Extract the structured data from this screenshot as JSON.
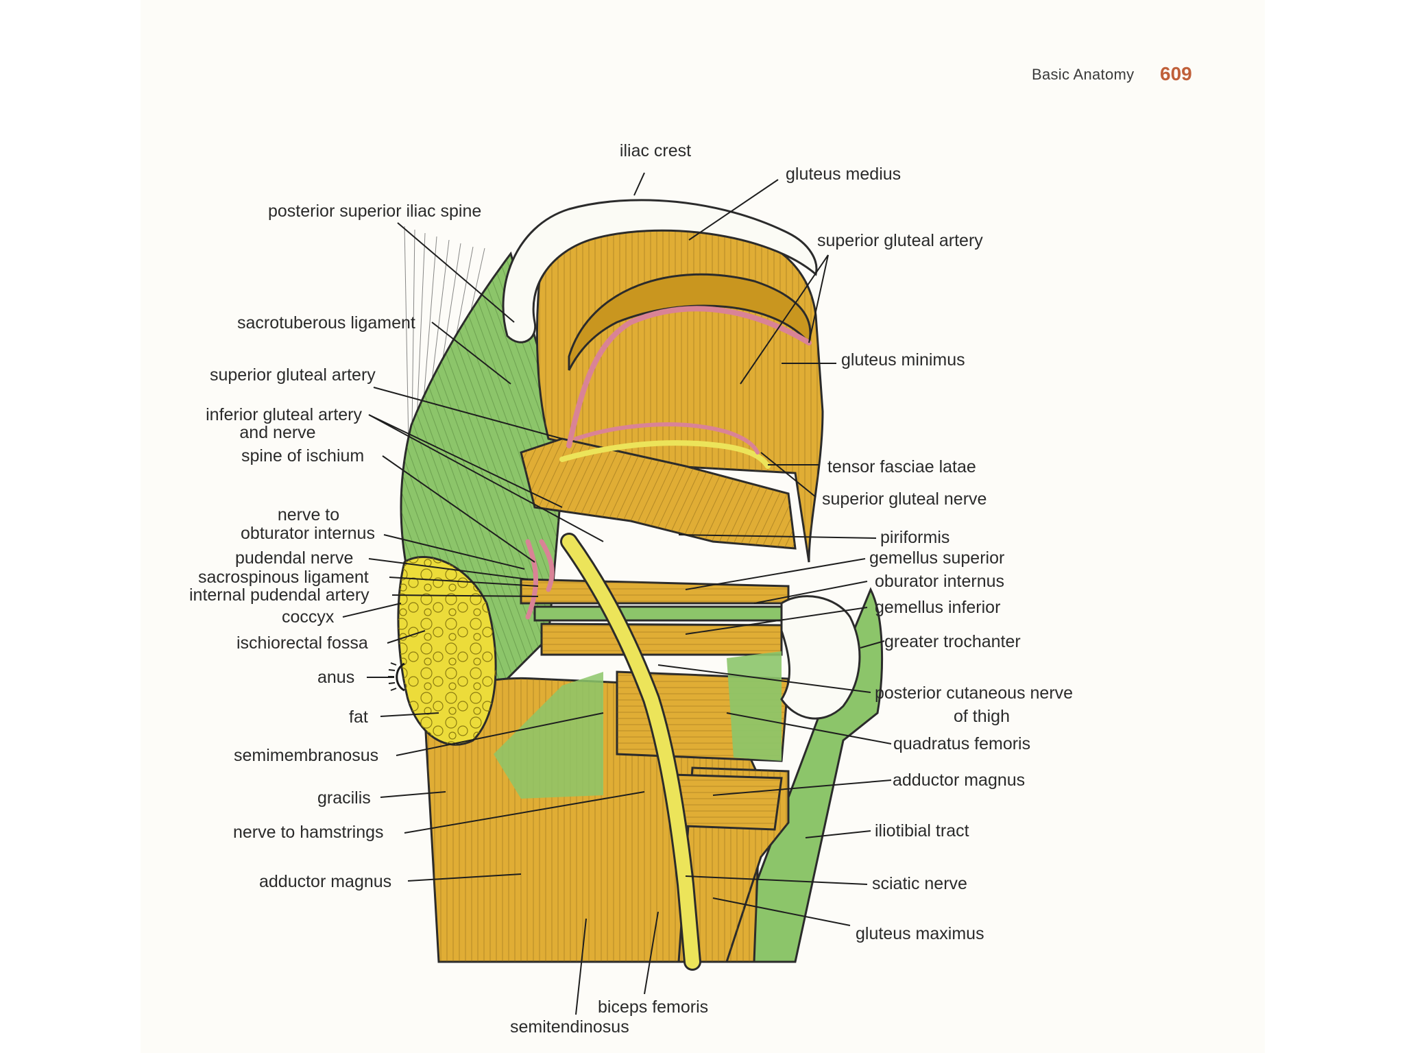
{
  "header": {
    "section": "Basic Anatomy",
    "page_number": "609"
  },
  "colors": {
    "muscle": "#e0ad35",
    "muscle_dark": "#c9961f",
    "fascia_green": "#8cc56a",
    "nerve_yellow": "#ece45a",
    "artery_pink": "#d98396",
    "bone_white": "#fbfbf5",
    "fat_yellow": "#ecdc3a",
    "page_accent": "#c0603a"
  },
  "labels": {
    "iliac_crest": "iliac crest",
    "gluteus_medius": "gluteus medius",
    "posterior_superior_iliac_spine": "posterior superior iliac spine",
    "superior_gluteal_artery_right": "superior gluteal artery",
    "sacrotuberous_ligament": "sacrotuberous ligament",
    "gluteus_minimus": "gluteus minimus",
    "superior_gluteal_artery_left": "superior gluteal artery",
    "inferior_gluteal_artery_line1": "inferior gluteal artery",
    "inferior_gluteal_artery_line2": "and nerve",
    "spine_of_ischium": "spine of ischium",
    "tensor_fasciae_latae": "tensor fasciae latae",
    "superior_gluteal_nerve": "superior gluteal nerve",
    "nerve_to_obturator_line1": "nerve to",
    "nerve_to_obturator_line2": "obturator internus",
    "piriformis": "piriformis",
    "pudendal_nerve": "pudendal nerve",
    "gemellus_superior": "gemellus superior",
    "sacrospinous_ligament": "sacrospinous ligament",
    "oburator_internus": "oburator internus",
    "internal_pudendal_artery": "internal pudendal artery",
    "gemellus_inferior": "gemellus inferior",
    "coccyx": "coccyx",
    "greater_trochanter": "greater trochanter",
    "ischiorectal_fossa": "ischiorectal fossa",
    "anus": "anus",
    "posterior_cutaneous_line1": "posterior cutaneous nerve",
    "posterior_cutaneous_line2": "of thigh",
    "fat": "fat",
    "quadratus_femoris": "quadratus femoris",
    "semimembranosus": "semimembranosus",
    "adductor_magnus_right": "adductor magnus",
    "gracilis": "gracilis",
    "iliotibial_tract": "iliotibial tract",
    "nerve_to_hamstrings": "nerve to hamstrings",
    "sciatic_nerve": "sciatic nerve",
    "adductor_magnus_left": "adductor magnus",
    "gluteus_maximus": "gluteus maximus",
    "biceps_femoris": "biceps femoris",
    "semitendinosus": "semitendinosus"
  }
}
